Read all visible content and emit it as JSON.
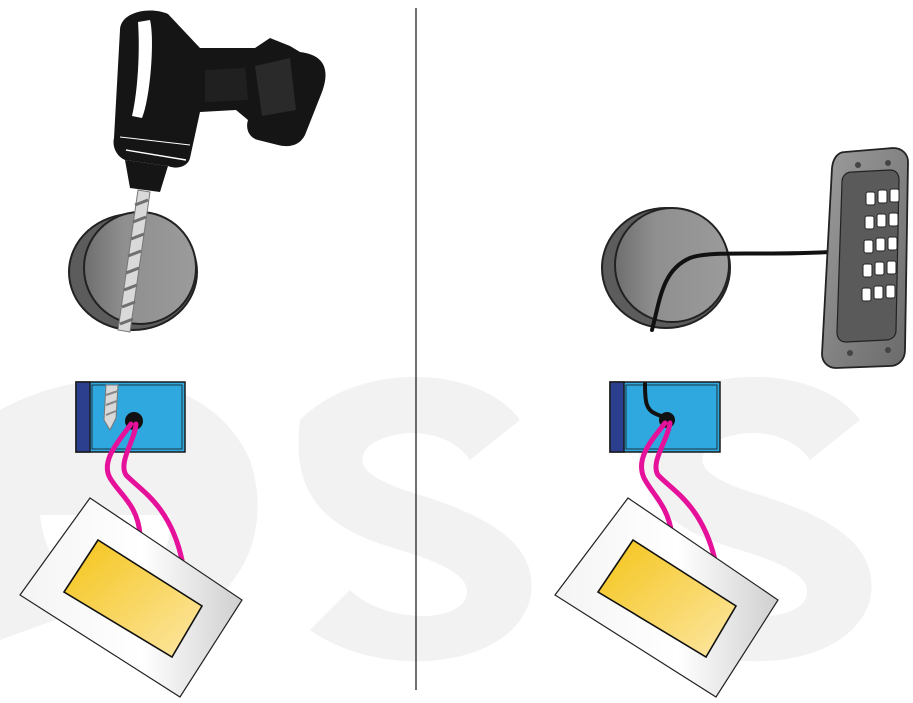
{
  "figure": {
    "panels": [
      {
        "id": "left",
        "step": "drilling",
        "tool": "drill-icon",
        "workpiece": "round-puck",
        "block": "blue-block",
        "cable_color": "#e6119b",
        "card": "yellow-card"
      },
      {
        "id": "right",
        "step": "wired",
        "device": "keypad-icon",
        "workpiece": "round-puck",
        "block": "blue-block",
        "cable_color": "#e6119b",
        "card": "yellow-card"
      }
    ],
    "colors": {
      "drill_body": "#151515",
      "puck": "#8e8e8e",
      "block_fill": "#2fa8e0",
      "block_edge": "#2c3f8f",
      "cable": "#e6119b",
      "card_fill": "#f6d335",
      "keypad": "#7d7d7d",
      "watermark": "#f1f1f1",
      "divider": "#222222"
    }
  }
}
